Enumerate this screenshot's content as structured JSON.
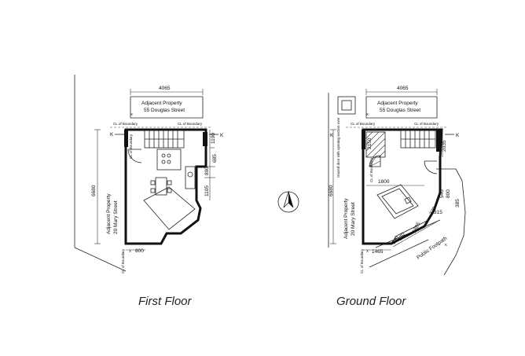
{
  "drawings": [
    {
      "id": "first",
      "title": "First Floor",
      "adjacent_top": {
        "line1": "Adjacent Property",
        "line2": "55 Douglas Street"
      },
      "adjacent_left": {
        "line1": "Adjacent Property",
        "line2": "20 Mary Street"
      },
      "width_dim": "4065",
      "height_dim": "6680",
      "cl_boundary_left": "CL of Boundary",
      "cl_boundary_right": "CL of Boundary",
      "cl_boundary_side": "CL of Boundary",
      "cl_boundary_bottom": "CL of Boundary",
      "side_dims": [
        "1190",
        "685",
        "800",
        "1105"
      ],
      "bottom_dim": "800",
      "section_letter": "K",
      "section_letter_bottom": "X"
    },
    {
      "id": "ground",
      "title": "Ground Floor",
      "adjacent_top": {
        "line1": "Adjacent Property",
        "line2": "55 Douglas Street"
      },
      "adjacent_left": {
        "line1": "Adjacent Property",
        "line2": "20 Mary Street"
      },
      "width_dim": "4065",
      "height_dim": "6680",
      "cl_boundary_left": "CL of Boundary",
      "cl_boundary_right": "CL of Boundary",
      "cl_boundary_side": "CL of Boundary",
      "cl_boundary_bottom": "CL of Boundary",
      "glazed_door": "Glazed door with opening section over",
      "dims": [
        "2150",
        "2035",
        "1800",
        "1465",
        "540",
        "770",
        "1885",
        "770",
        "315",
        "540",
        "800",
        "385"
      ],
      "footpath": "Public Footpath",
      "section_letter": "K",
      "section_letter_bottom": "X"
    }
  ]
}
